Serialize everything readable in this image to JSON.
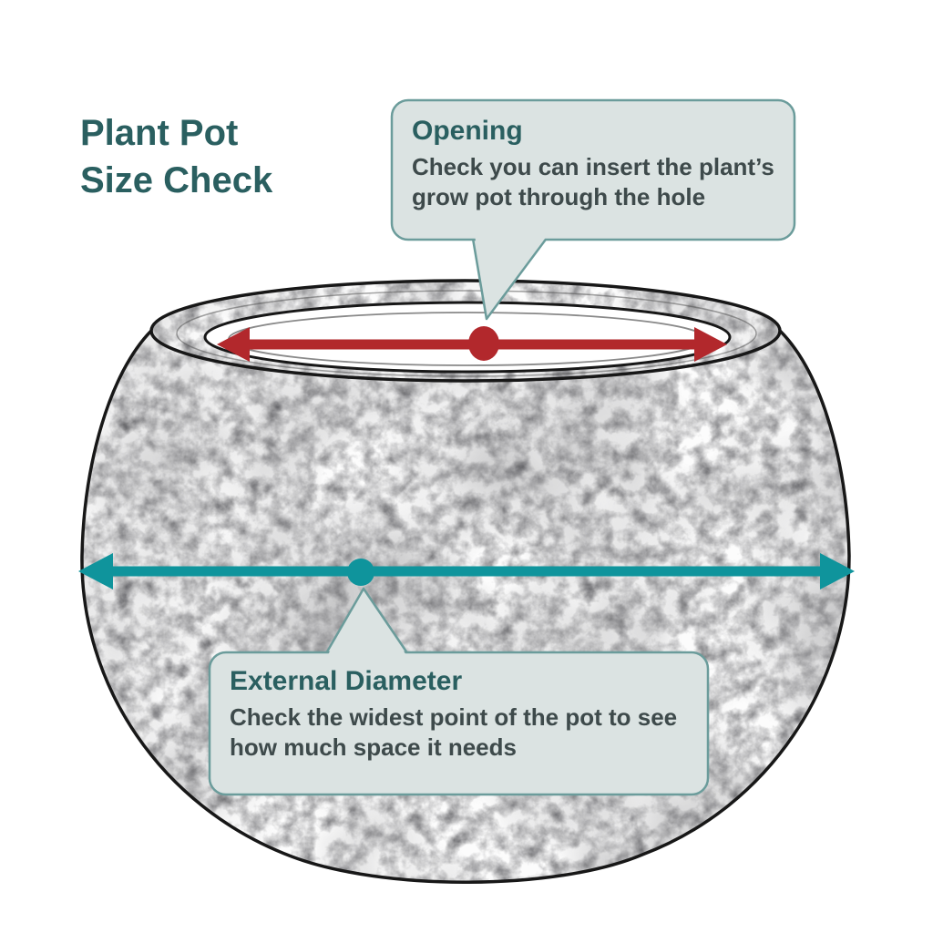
{
  "title": {
    "line1": "Plant Pot",
    "line2": "Size Check"
  },
  "callouts": {
    "opening": {
      "heading": "Opening",
      "body": "Check you can insert the plant’s grow pot through the hole"
    },
    "external_diameter": {
      "heading": "External Diameter",
      "body": "Check the widest point of the pot to see how much space it needs"
    }
  },
  "illustration": {
    "subject": "hand-sketched round bowl plant pot",
    "opening_marker": "red double-headed arrow across pot opening with red midpoint dot",
    "diameter_marker": "teal double-headed arrow across widest point with teal midpoint dot"
  },
  "colors": {
    "title": "#2a5f60",
    "heading": "#2a5f60",
    "body_text": "#3e4a4b",
    "callout_bg": "#dbe3e2",
    "callout_border": "#6b9c9b",
    "opening_arrow": "#b2282c",
    "diameter_arrow": "#0f949c"
  }
}
